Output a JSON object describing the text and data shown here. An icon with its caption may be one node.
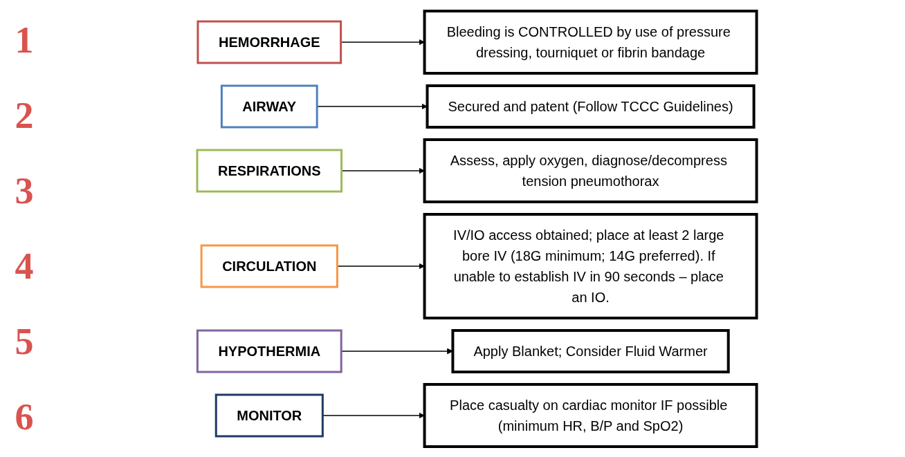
{
  "diagram": {
    "nodes": [
      {
        "text": [
          "HEMORRHAGE"
        ]
      },
      {
        "text": [
          "Bleeding is CONTROLLED by use of pressure dressing, tourniquet or fibrin bandage"
        ]
      },
      {
        "text": [
          "AIRWAY"
        ]
      },
      {
        "text": [
          "Secured and patent (Follow TCCC Guidelines)"
        ]
      },
      {
        "text": [
          "RESPIRATIONS"
        ]
      },
      {
        "text": [
          "Assess, apply oxygen, diagnose/decompress tension pneumothorax"
        ]
      },
      {
        "text": [
          "CIRCULATION"
        ]
      },
      {
        "text": [
          "IV/IO access obtained; place at least 2 large bore IV (18G minimum; 14G preferred). If unable to establish IV in 90 seconds – place an IO."
        ]
      },
      {
        "text": [
          "HYPOTHERMIA"
        ]
      },
      {
        "text": [
          "Apply Blanket; Consider Fluid Warmer"
        ]
      },
      {
        "text": [
          "MONITOR"
        ]
      },
      {
        "text": [
          "Place casualty on cardiac monitor IF possible (minimum HR, B/P and SpO2)"
        ]
      }
    ],
    "edges": [
      {
        "from": 0,
        "to": 1,
        "arrow": "to"
      },
      {
        "from": 2,
        "to": 3,
        "arrow": "to"
      },
      {
        "from": 4,
        "to": 5,
        "arrow": "to"
      },
      {
        "from": 6,
        "to": 7,
        "arrow": "to"
      },
      {
        "from": 8,
        "to": 9,
        "arrow": "to"
      },
      {
        "from": 10,
        "to": 11,
        "arrow": "to"
      }
    ],
    "labels": [
      "1",
      "2",
      "3",
      "4",
      "5",
      "6"
    ]
  }
}
